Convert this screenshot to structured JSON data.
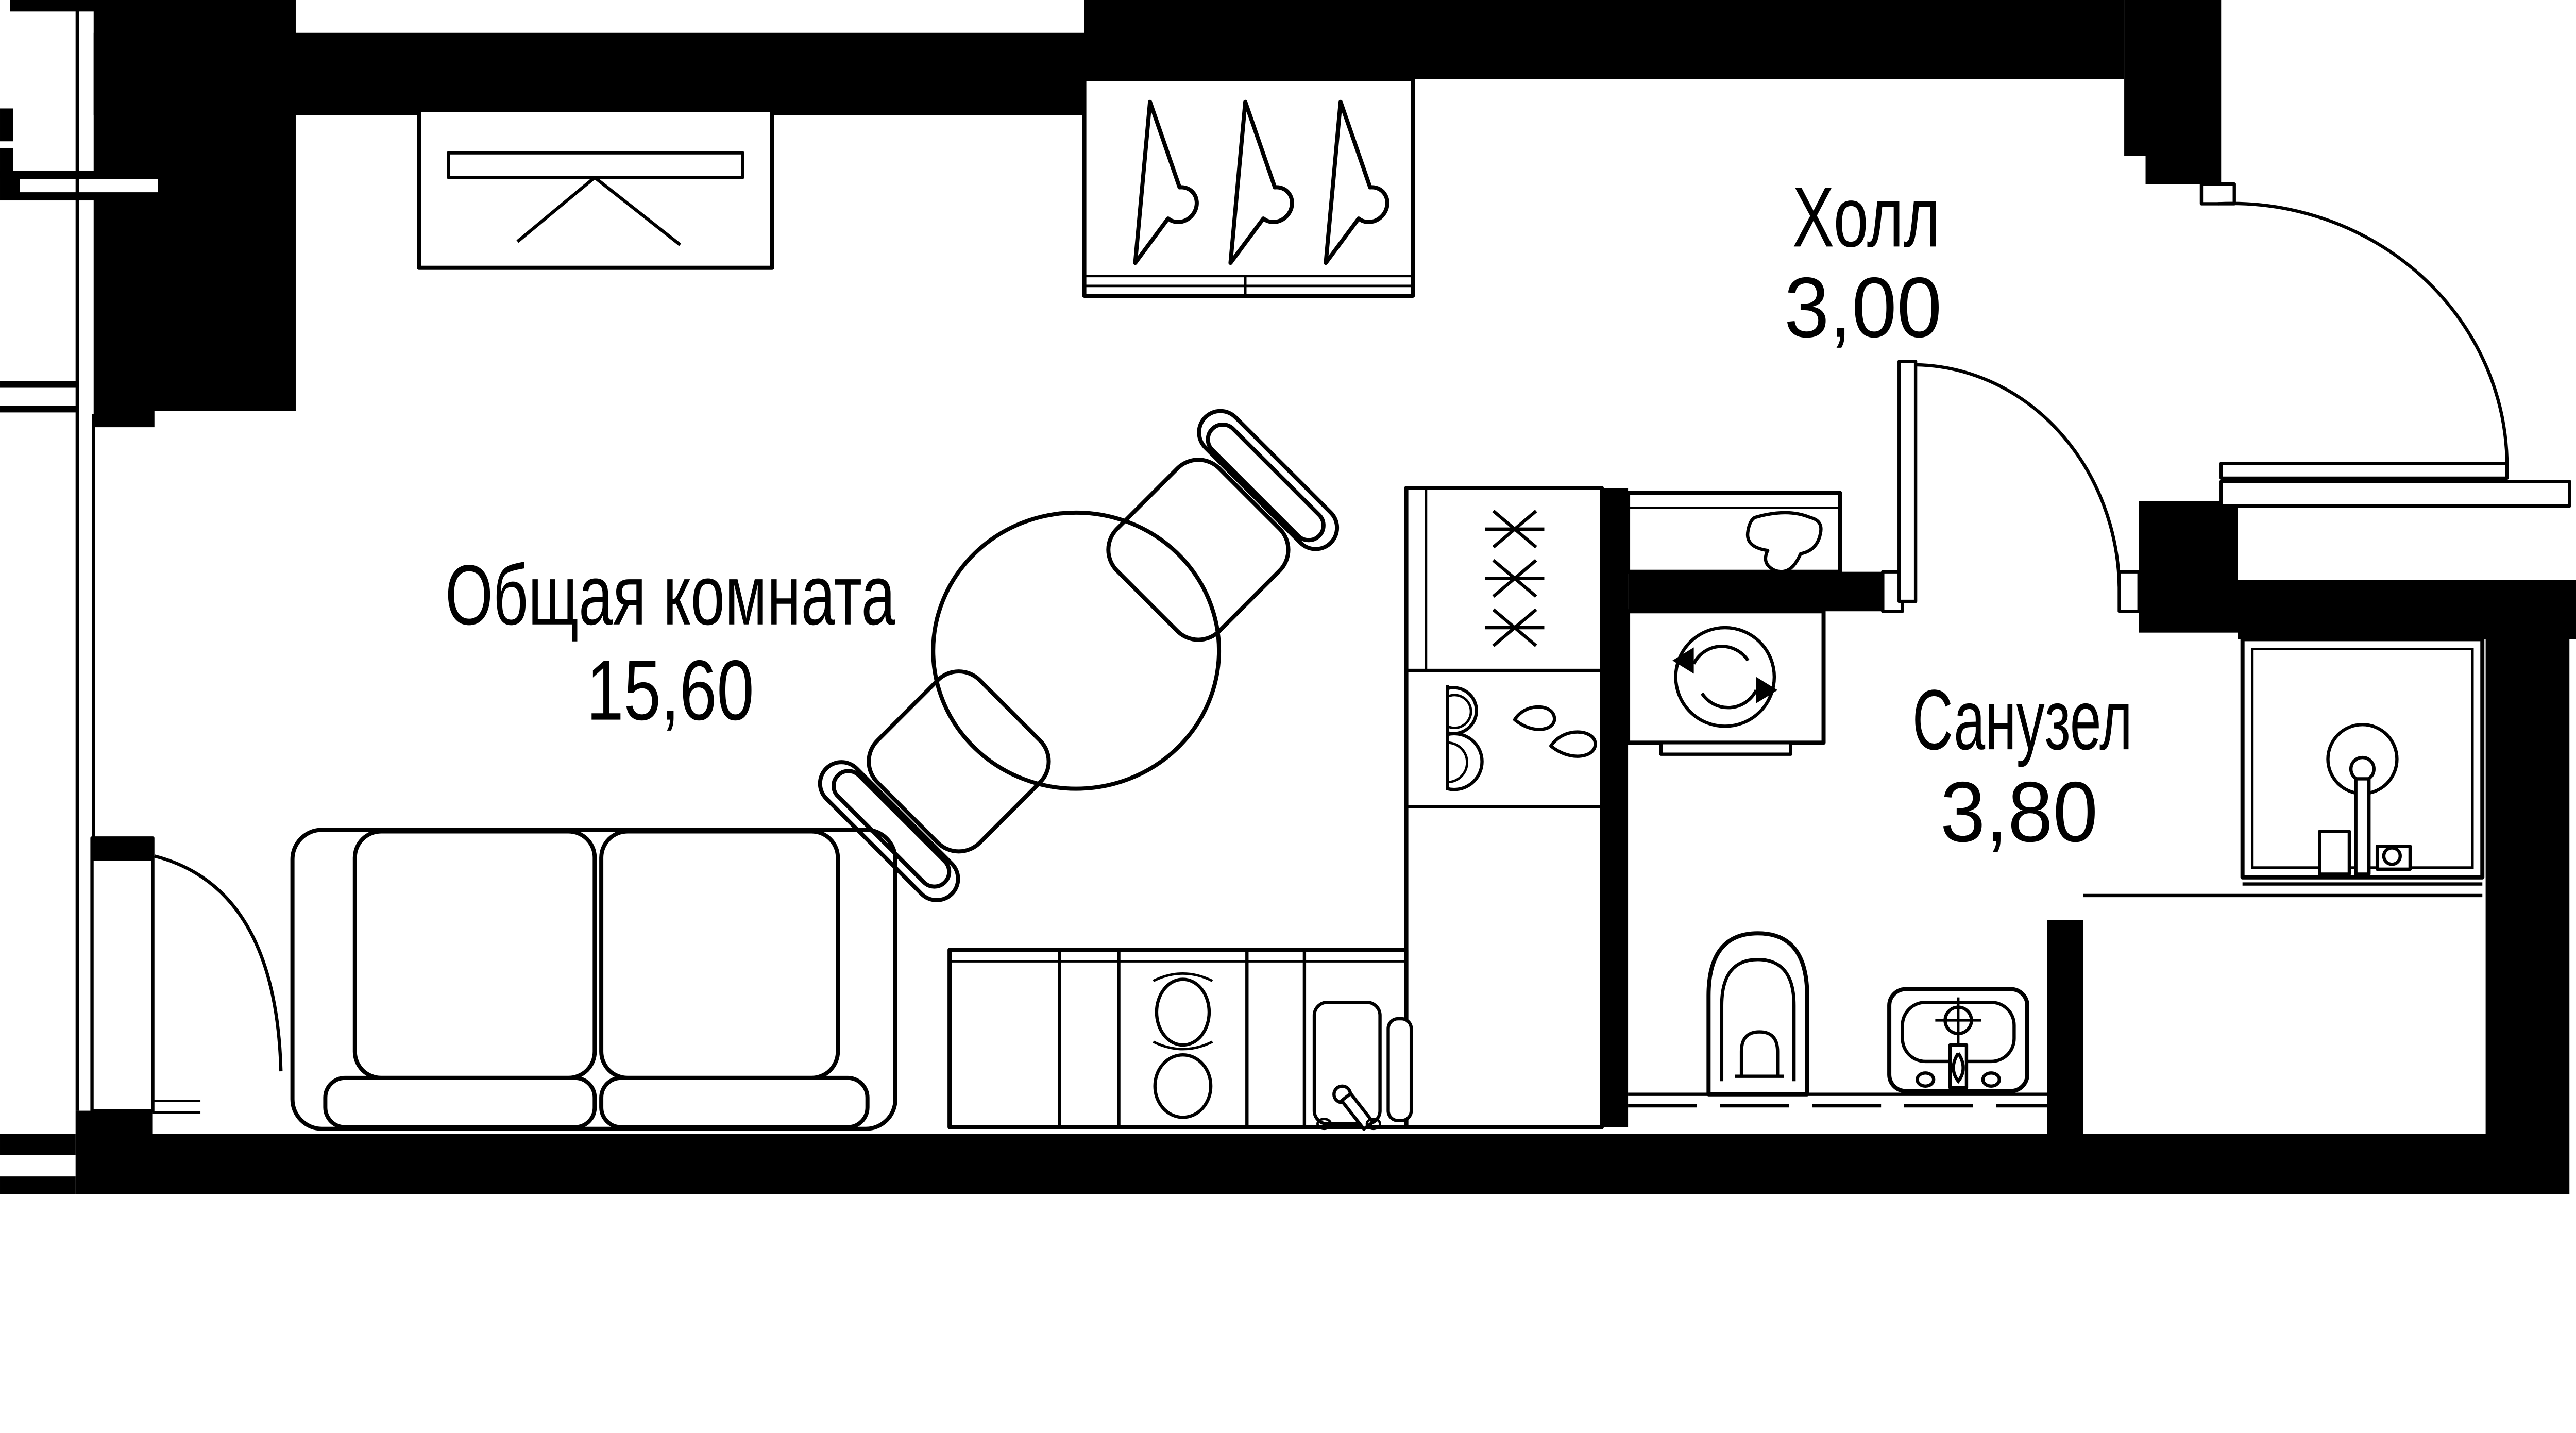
{
  "plan": {
    "type": "apartment-floor-plan",
    "rooms": [
      {
        "name": "Общая комната",
        "area": "15,60"
      },
      {
        "name": "Холл",
        "area": "3,00"
      },
      {
        "name": "Санузел",
        "area": "3,80"
      }
    ],
    "colors": {
      "wall": "#000000",
      "floor": "#ffffff",
      "line": "#000000"
    },
    "fixtures": [
      "wardrobe-hangers-icon",
      "tv-stand-icon",
      "sofa-icon",
      "round-table-icon",
      "chair-icon",
      "fridge-icon",
      "kitchen-sink-icon",
      "cooktop-icon",
      "sink-bowl-icon",
      "washing-machine-icon",
      "hall-shelf-icon",
      "toilet-icon",
      "washbasin-icon",
      "shower-cabin-icon",
      "entrance-door-arc",
      "bathroom-door-arc",
      "balcony-door-arc"
    ]
  }
}
